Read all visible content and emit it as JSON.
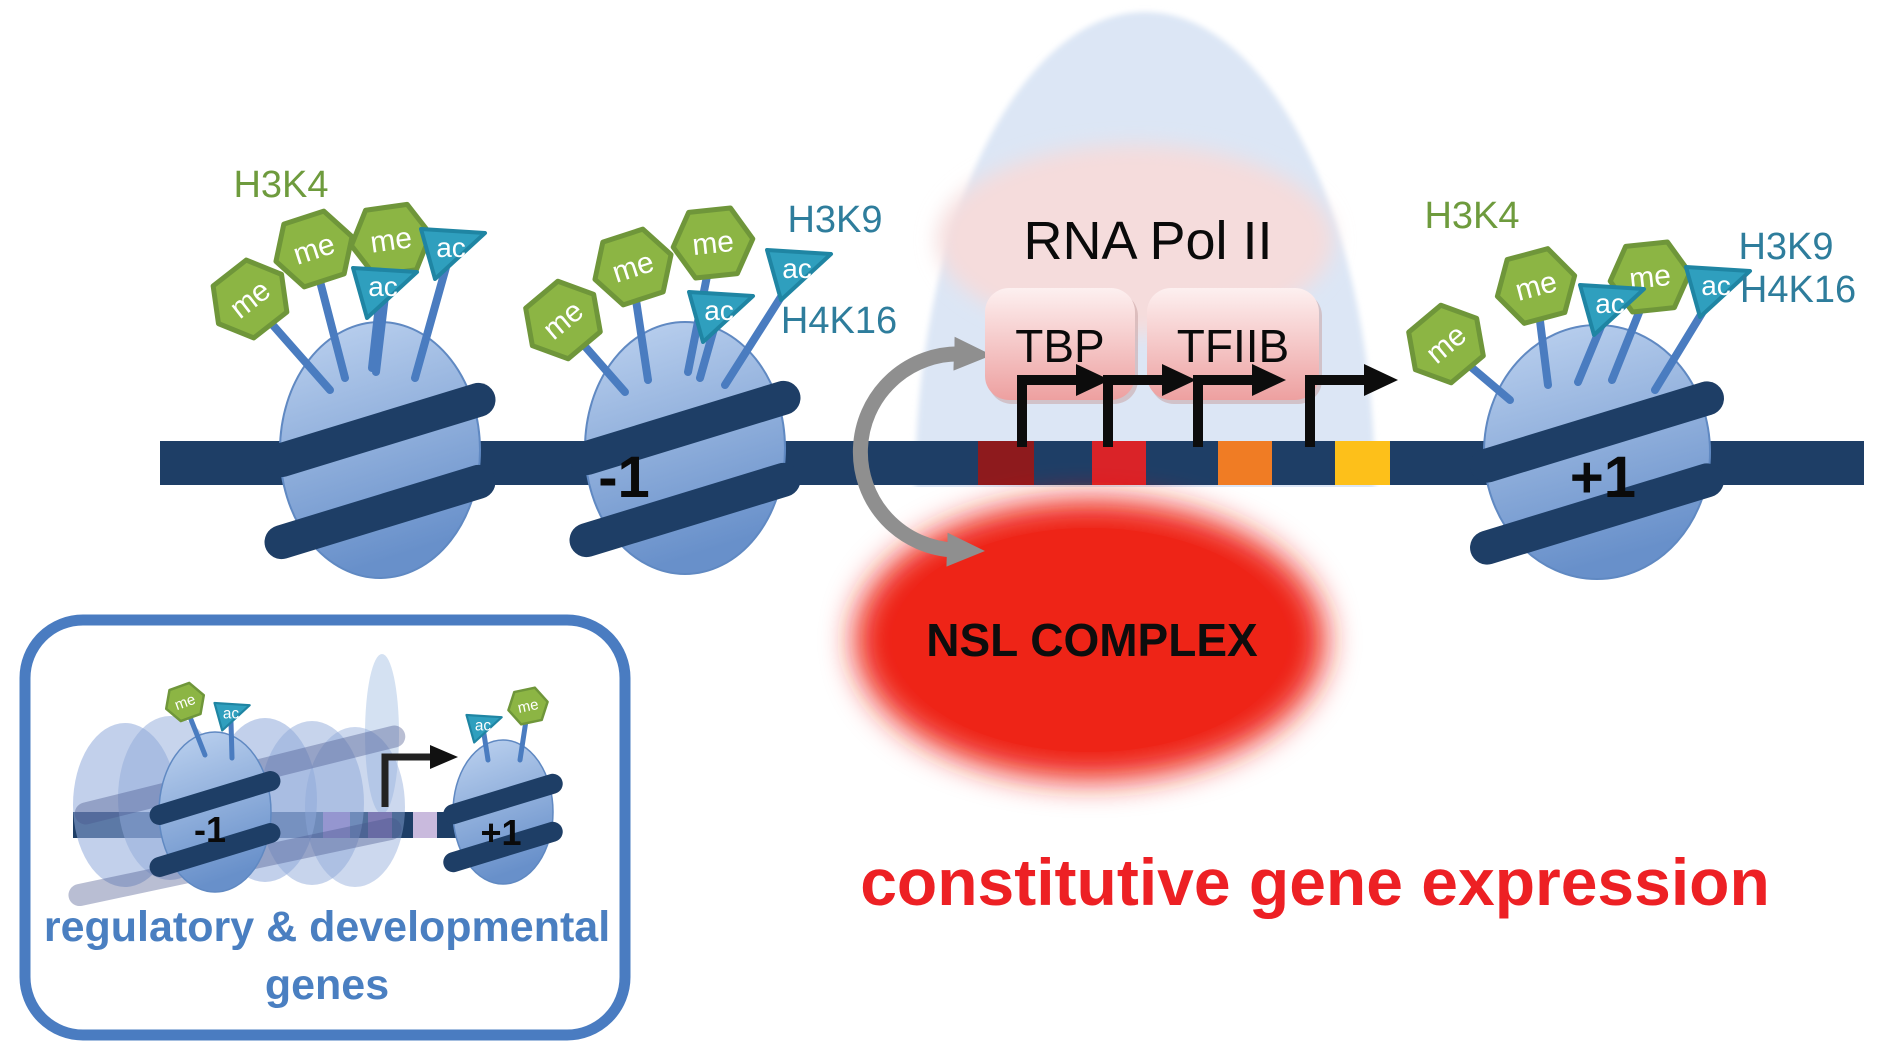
{
  "figure": {
    "histone_labels": {
      "left_h3k4": "H3K4",
      "left_h3k9": "H3K9",
      "left_h4k16": "H4K16",
      "right_h3k4": "H3K4",
      "right_h3k9": "H3K9",
      "right_h4k16": "H4K16"
    },
    "marks": {
      "methyl": "me",
      "acetyl": "ac"
    },
    "complexes": {
      "rna_pol": "RNA Pol II",
      "tbp": "TBP",
      "tfiib": "TFIIB",
      "nsl": "NSL COMPLEX"
    },
    "nucleosomes": {
      "minus_one": "-1",
      "plus_one": "+1"
    },
    "caption": "constitutive gene expression",
    "inset": {
      "minus_one": "-1",
      "plus_one": "+1",
      "caption_line1": "regulatory & developmental",
      "caption_line2": "genes"
    },
    "colors": {
      "dna_navy": "#1e3e66",
      "methyl_green": "#8cb544",
      "acetyl_teal": "#2f9fbe",
      "h3k4_text_green": "#6e9b3d",
      "h3k9_text_teal": "#2e7d9c",
      "nsl_red": "#ee2417",
      "caption_red": "#ed2024",
      "pol_dome_blue": "#dce6f5",
      "pol_ellipse_pink": "#f5dcdc",
      "inset_accent_blue": "#4a7cc1",
      "promoter_elements": [
        "#8e1a1d",
        "#da2328",
        "#f07c24",
        "#fdc01a"
      ],
      "inset_promoter_elements": [
        "#a964b9",
        "#6f5596",
        "#c9badd"
      ]
    }
  }
}
